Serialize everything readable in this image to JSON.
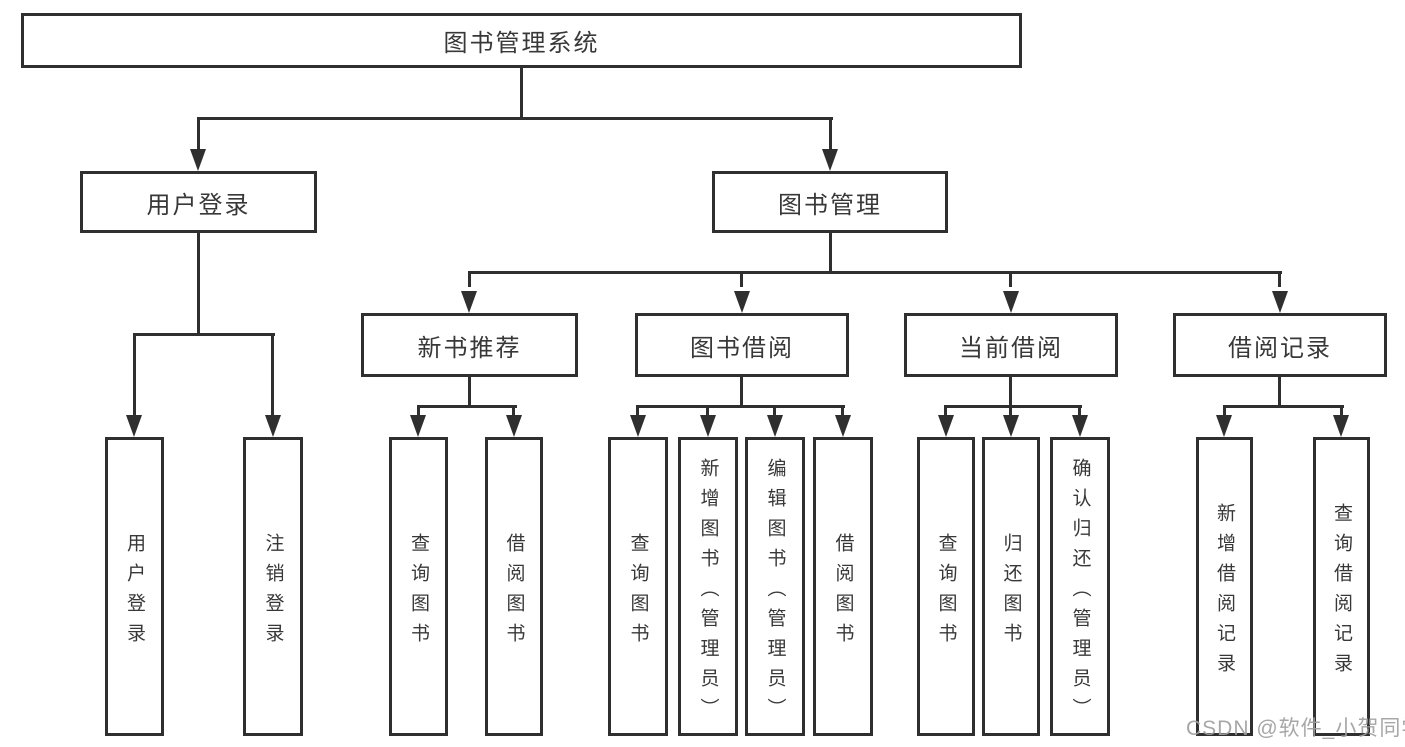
{
  "watermark": "CSDN @软件_小贺同学",
  "colors": {
    "line": "#2f2f2f",
    "text": "#383838",
    "watermark": "#a0a0a0",
    "background": "#ffffff"
  },
  "tree": {
    "root": {
      "label": "图书管理系统"
    },
    "level2": [
      {
        "label": "用户登录",
        "children": [
          {
            "label": "用户登录"
          },
          {
            "label": "注销登录"
          }
        ]
      },
      {
        "label": "图书管理",
        "children": [
          {
            "label": "新书推荐",
            "children": [
              {
                "label": "查询图书"
              },
              {
                "label": "借阅图书"
              }
            ]
          },
          {
            "label": "图书借阅",
            "children": [
              {
                "label": "查询图书"
              },
              {
                "label": "新增图书（管理员）"
              },
              {
                "label": "编辑图书（管理员）"
              },
              {
                "label": "借阅图书"
              }
            ]
          },
          {
            "label": "当前借阅",
            "children": [
              {
                "label": "查询图书"
              },
              {
                "label": "归还图书"
              },
              {
                "label": "确认归还（管理员）"
              }
            ]
          },
          {
            "label": "借阅记录",
            "children": [
              {
                "label": "新增借阅记录"
              },
              {
                "label": "查询借阅记录"
              }
            ]
          }
        ]
      }
    ]
  }
}
